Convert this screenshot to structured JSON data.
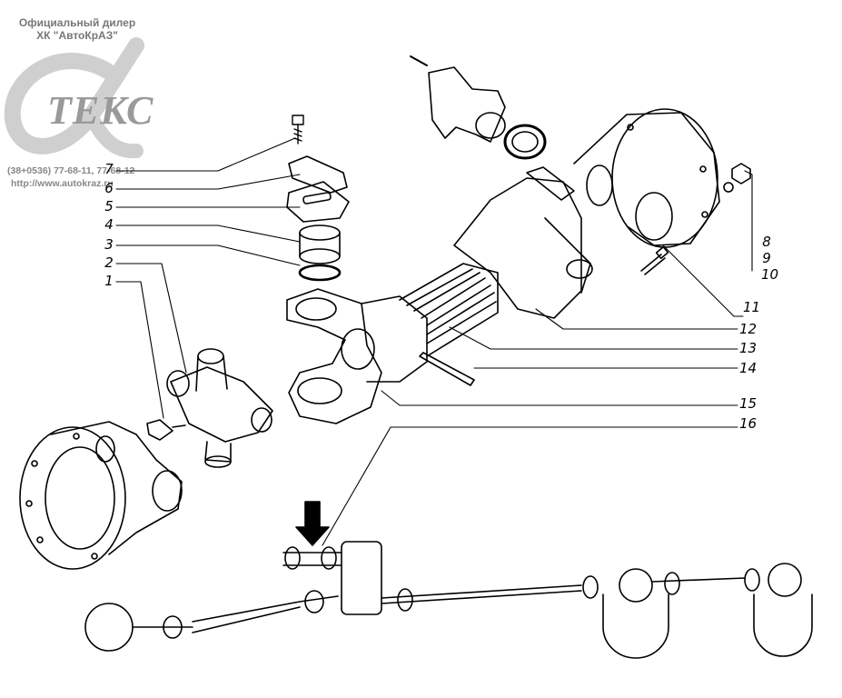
{
  "watermark": {
    "dealer_line1": "Официальный дилер",
    "dealer_line2": "ХК \"АвтоКрАЗ\"",
    "brand": "ТЕКС",
    "phone": "(38+0536) 77-68-11, 77-68-12",
    "url": "http://www.autokraz.ru"
  },
  "callouts": [
    "1",
    "2",
    "3",
    "4",
    "5",
    "6",
    "7",
    "8",
    "9",
    "10",
    "11",
    "12",
    "13",
    "14",
    "15",
    "16"
  ]
}
